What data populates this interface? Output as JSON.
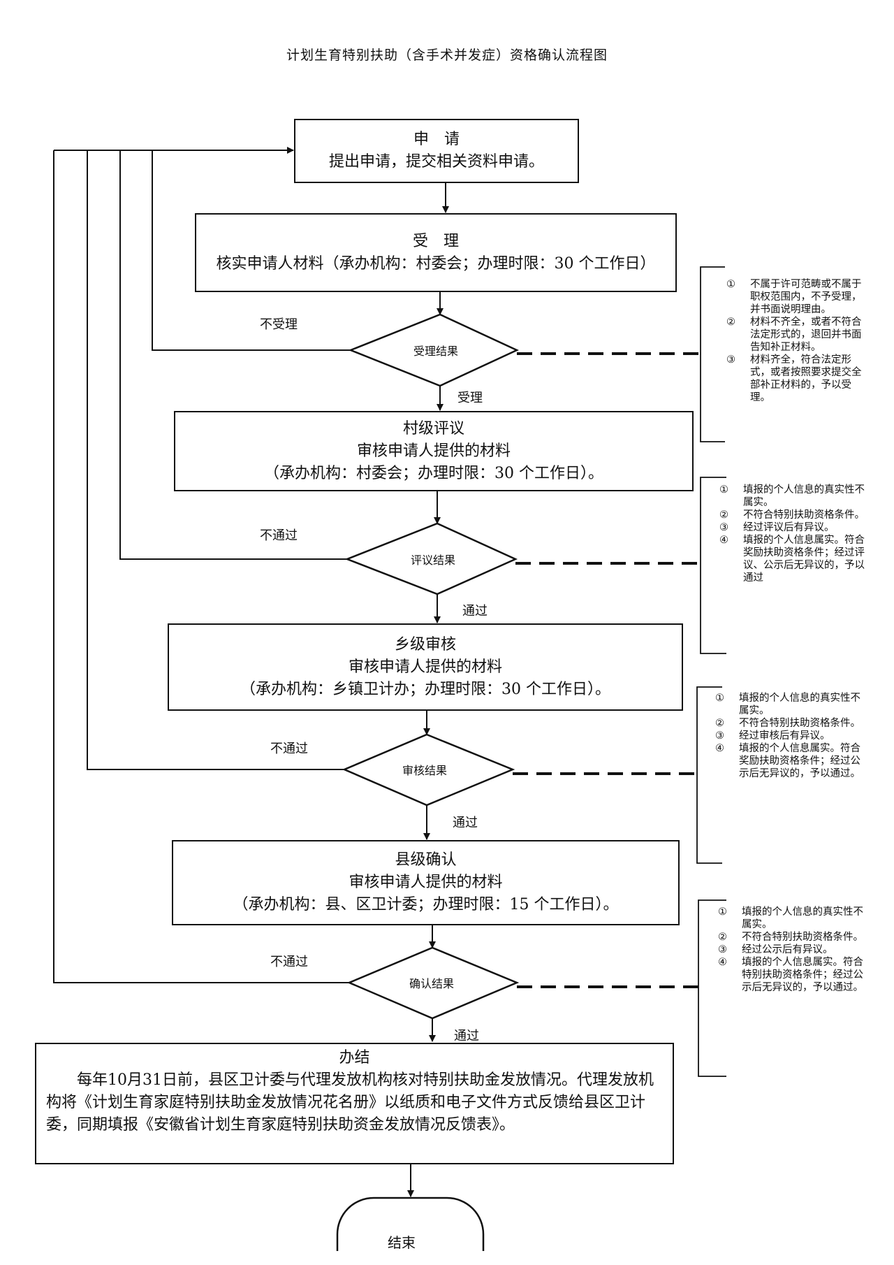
{
  "title": "计划生育特别扶助（含手术并发症）资格确认流程图",
  "apply": {
    "heading": "申　请",
    "text": "提出申请，提交相关资料申请。"
  },
  "accept": {
    "heading": "受　理",
    "text": "核实申请人材料（承办机构：村委会；办理时限：30 个工作日）"
  },
  "village": {
    "heading": "村级评议",
    "line1": "审核申请人提供的材料",
    "line2": "（承办机构：村委会；办理时限：30 个工作日）。"
  },
  "township": {
    "heading": "乡级审核",
    "line1": "审核申请人提供的材料",
    "line2": "（承办机构：乡镇卫计办；办理时限：30 个工作日）。"
  },
  "county": {
    "heading": "县级确认",
    "line1": "审核申请人提供的材料",
    "line2": "（承办机构：县、区卫计委；办理时限：15 个工作日）。"
  },
  "final": {
    "heading": "办结",
    "text": "每年10月31日前，县区卫计委与代理发放机构核对特别扶助金发放情况。代理发放机构将《计划生育家庭特别扶助金发放情况花名册》以纸质和电子文件方式反馈给县区卫计委，同期填报《安徽省计划生育家庭特别扶助资金发放情况反馈表》。"
  },
  "end": {
    "label": "结束"
  },
  "decisions": {
    "accept_result": "受理结果",
    "review_result": "评议结果",
    "audit_result": "审核结果",
    "confirm_result": "确认结果"
  },
  "edge_labels": {
    "not_accepted": "不受理",
    "accepted": "受理",
    "fail1": "不通过",
    "pass1": "通过",
    "fail2": "不通过",
    "pass2": "通过",
    "fail3": "不通过",
    "pass3": "通过"
  },
  "notes": {
    "accept": [
      {
        "num": "①",
        "text": "不属于许可范畴或不属于职权范围内，不予受理，并书面说明理由。"
      },
      {
        "num": "②",
        "text": "材料不齐全，或者不符合法定形式的，退回并书面告知补正材料。"
      },
      {
        "num": "③",
        "text": "材料齐全，符合法定形式，或者按照要求提交全部补正材料的，予以受理。"
      }
    ],
    "review": [
      {
        "num": "①",
        "text": "填报的个人信息的真实性不属实。"
      },
      {
        "num": "②",
        "text": "不符合特别扶助资格条件。"
      },
      {
        "num": "③",
        "text": "经过评议后有异议。"
      },
      {
        "num": "④",
        "text": "填报的个人信息属实。符合奖励扶助资格条件；经过评议、公示后无异议的，予以通过"
      }
    ],
    "audit": [
      {
        "num": "①",
        "text": "填报的个人信息的真实性不属实。"
      },
      {
        "num": "②",
        "text": "不符合特别扶助资格条件。"
      },
      {
        "num": "③",
        "text": "经过审核后有异议。"
      },
      {
        "num": "④",
        "text": "填报的个人信息属实。符合奖励扶助资格条件；经过公示后无异议的，予以通过。"
      }
    ],
    "confirm": [
      {
        "num": "①",
        "text": "填报的个人信息的真实性不属实。"
      },
      {
        "num": "②",
        "text": "不符合特别扶助资格条件。"
      },
      {
        "num": "③",
        "text": "经过公示后有异议。"
      },
      {
        "num": "④",
        "text": "填报的个人信息属实。符合特别扶助资格条件；经过公示后无异议的，予以通过。"
      }
    ]
  }
}
